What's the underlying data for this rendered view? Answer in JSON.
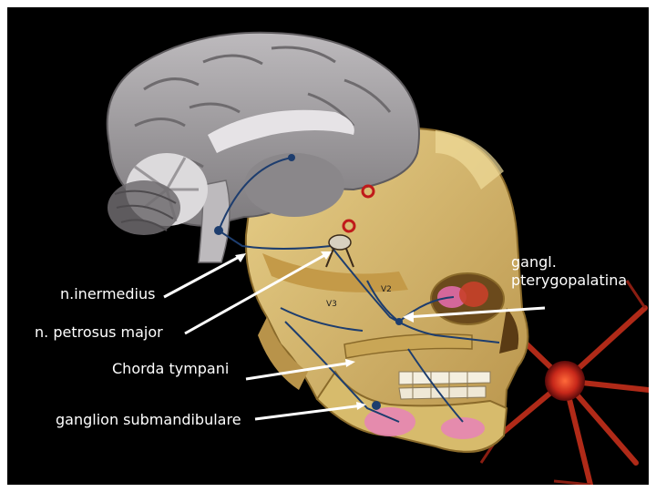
{
  "labels": {
    "n_inermedius": "n.inermedius",
    "n_petrosus_major": "n. petrosus major",
    "chorda_tympani": "Chorda tympani",
    "ganglion_submandibulare": "ganglion submandibulare",
    "gangl_pterygopalatina_line1": "gangl.",
    "gangl_pterygopalatina_line2": "pterygopalatina",
    "nerve_v2": "V2",
    "nerve_v3": "V3"
  },
  "colors": {
    "background": "#000000",
    "frame": "#ffffff",
    "bone": "#d9bf72",
    "bone_shadow": "#a8873e",
    "brain": "#9a979a",
    "brain_light": "#cfcccf",
    "nerve": "#1d3d6e",
    "neuron": "#d83a1a",
    "gland": "#e882b8",
    "label_text": "#ffffff"
  }
}
